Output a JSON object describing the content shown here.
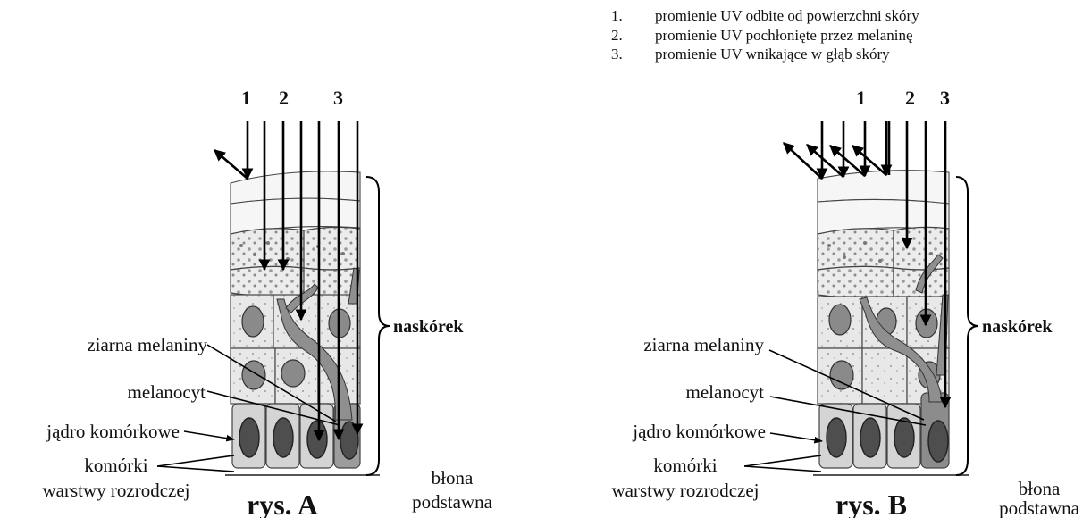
{
  "legend": [
    {
      "num": "1.",
      "text": "promienie UV odbite od powierzchni skóry"
    },
    {
      "num": "2.",
      "text": "promienie UV pochłonięte przez melaninę"
    },
    {
      "num": "3.",
      "text": "promienie UV wnikające w głąb skóry"
    }
  ],
  "figures": [
    {
      "caption": "rys. A",
      "ray_numbers": [
        "1",
        "2",
        "3"
      ],
      "labels": {
        "melanin_grains": "ziarna melaniny",
        "melanocyte": "melanocyt",
        "nucleus": "jądro komórkowe",
        "basal_cells_line1": "komórki",
        "basal_cells_line2": "warstwy rozrodczej",
        "epidermis": "naskórek",
        "membrane_line1": "błona",
        "membrane_line2": "podstawna"
      }
    },
    {
      "caption": "rys. B",
      "ray_numbers": [
        "1",
        "2",
        "3"
      ],
      "labels": {
        "melanin_grains": "ziarna melaniny",
        "melanocyte": "melanocyt",
        "nucleus": "jądro komórkowe",
        "basal_cells_line1": "komórki",
        "basal_cells_line2": "warstwy rozrodczej",
        "epidermis": "naskórek",
        "membrane_line1": "błona",
        "membrane_line2": "podstawna"
      }
    }
  ],
  "icons": {
    "incoming_ray": "arrow-down-icon",
    "reflected_ray": "arrow-up-left-icon",
    "epidermis_bracket": "curly-brace-icon"
  }
}
